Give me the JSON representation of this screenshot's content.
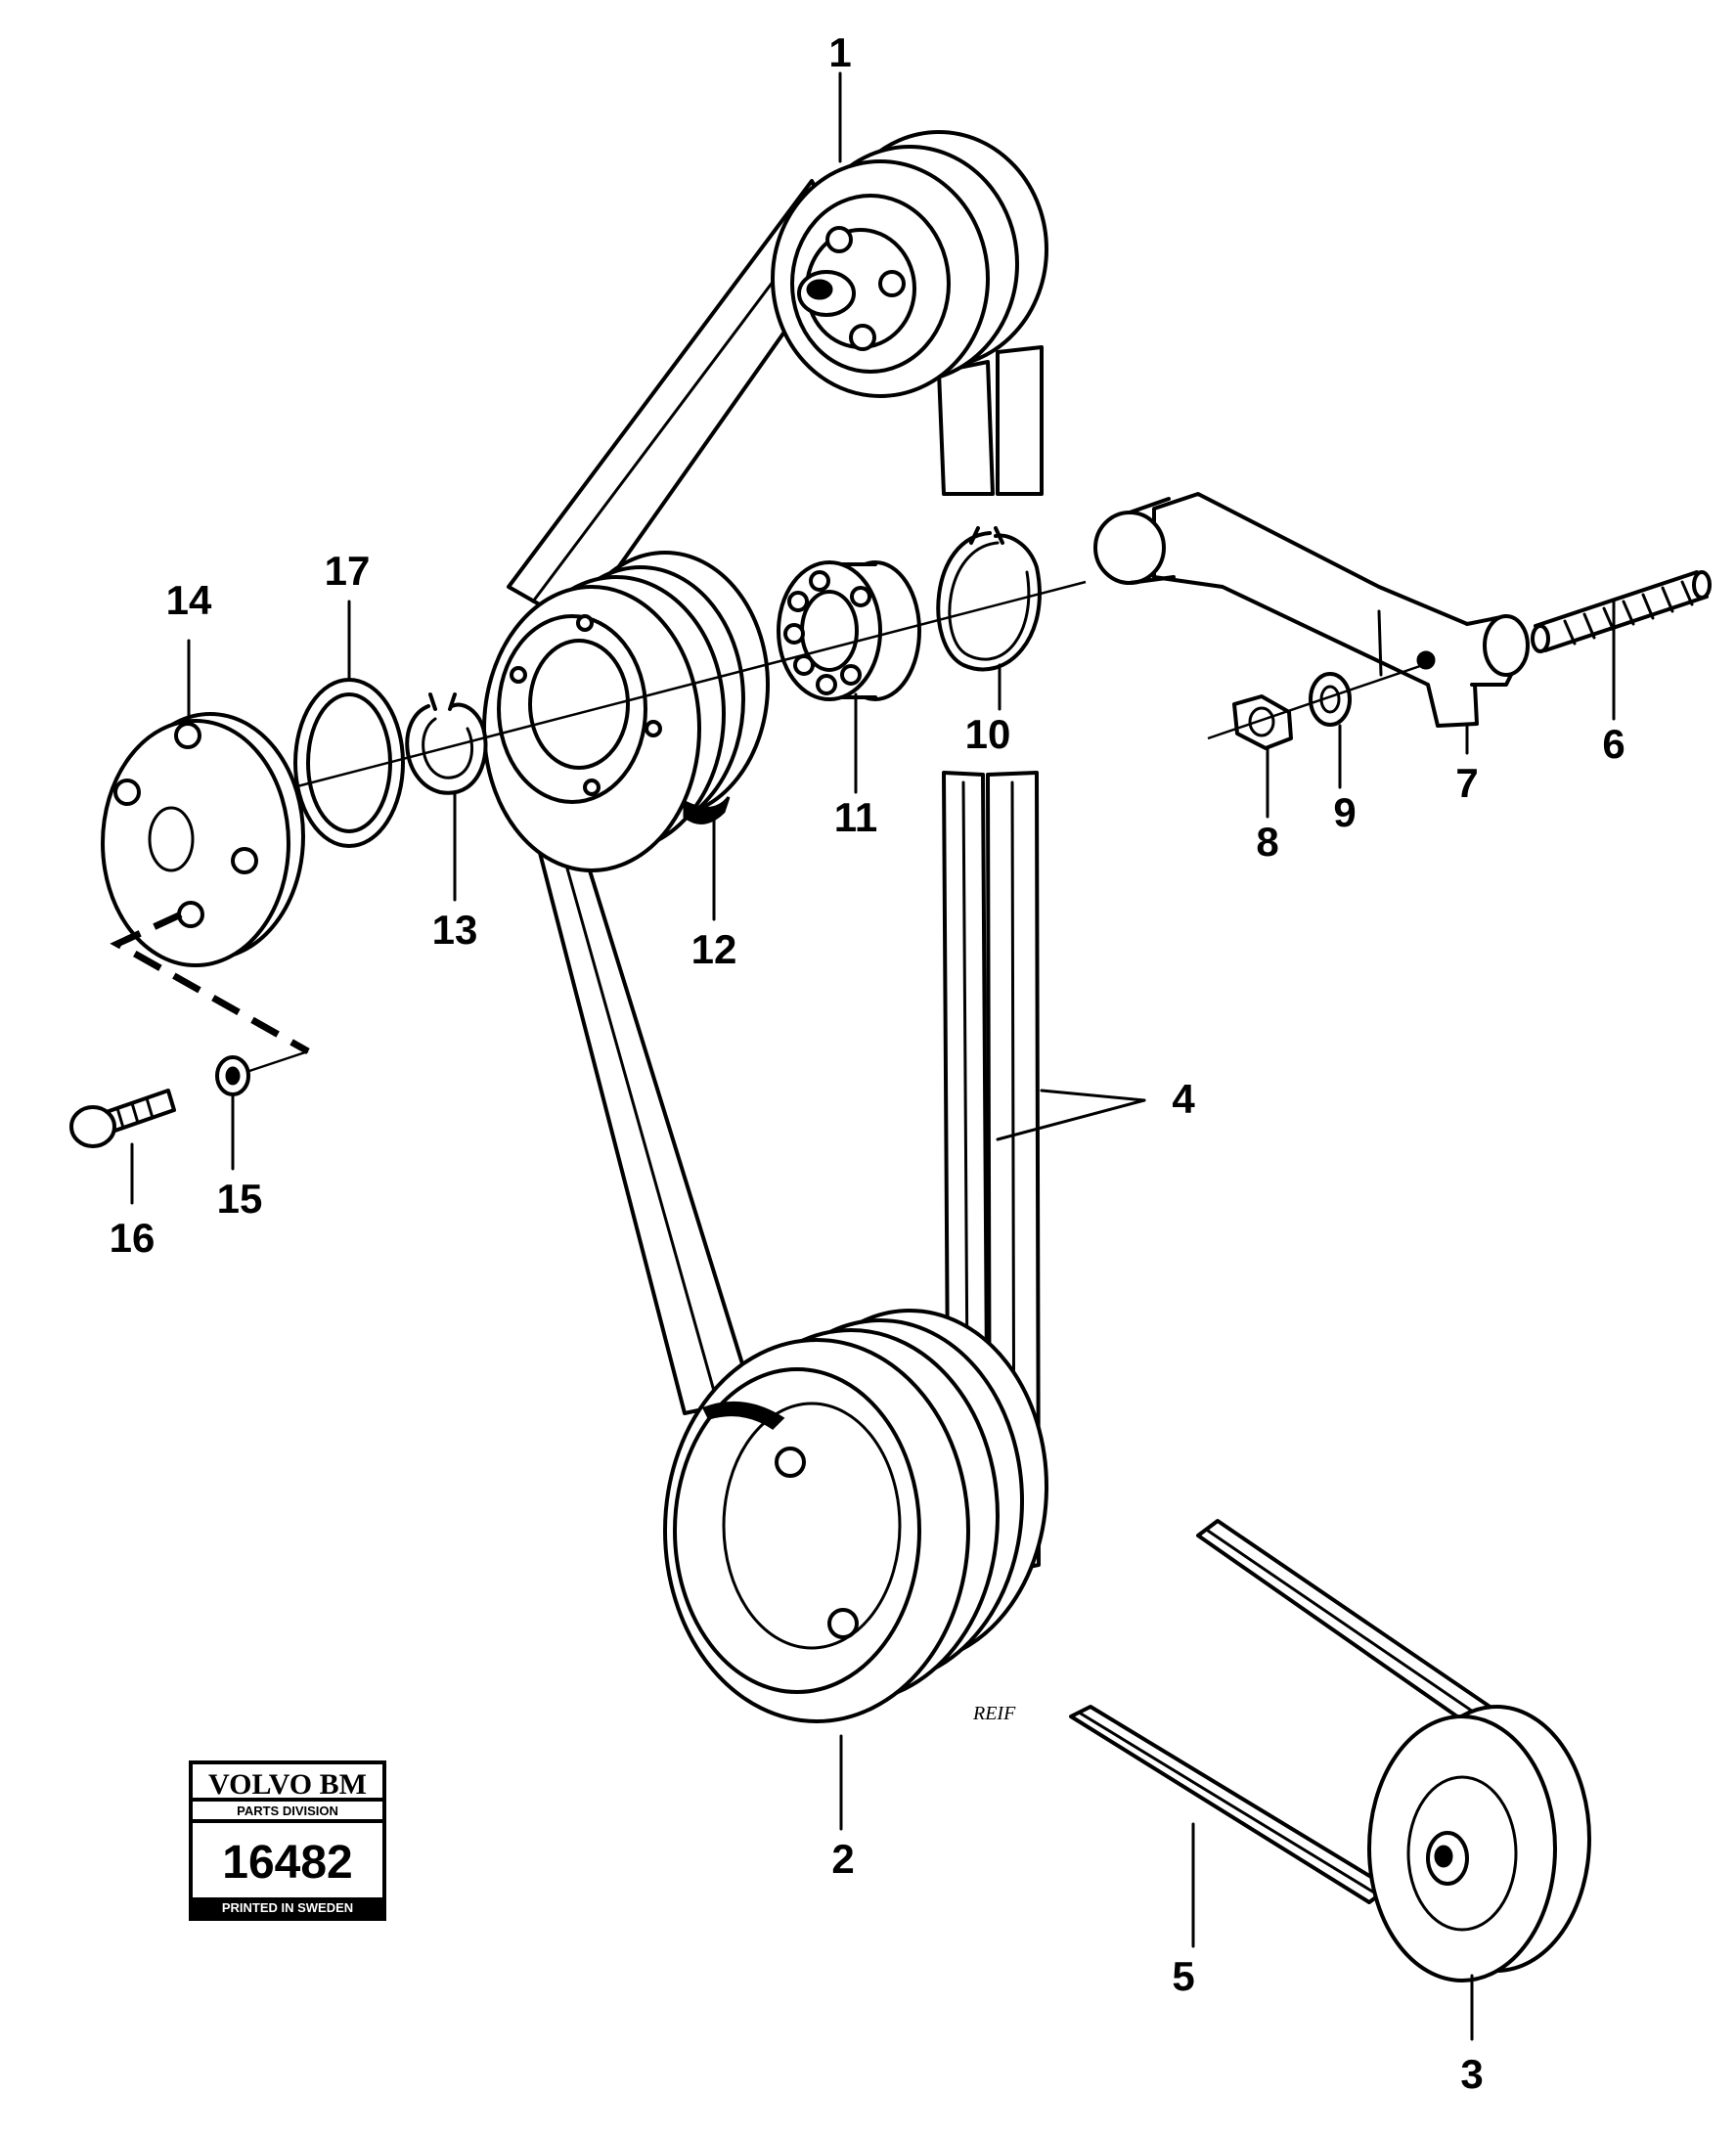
{
  "callouts": [
    {
      "id": "1",
      "label": "1"
    },
    {
      "id": "2",
      "label": "2"
    },
    {
      "id": "3",
      "label": "3"
    },
    {
      "id": "4",
      "label": "4"
    },
    {
      "id": "5",
      "label": "5"
    },
    {
      "id": "6",
      "label": "6"
    },
    {
      "id": "7",
      "label": "7"
    },
    {
      "id": "8",
      "label": "8"
    },
    {
      "id": "9",
      "label": "9"
    },
    {
      "id": "10",
      "label": "10"
    },
    {
      "id": "11",
      "label": "11"
    },
    {
      "id": "12",
      "label": "12"
    },
    {
      "id": "13",
      "label": "13"
    },
    {
      "id": "14",
      "label": "14"
    },
    {
      "id": "15",
      "label": "15"
    },
    {
      "id": "16",
      "label": "16"
    },
    {
      "id": "17",
      "label": "17"
    }
  ],
  "stamp": {
    "brand": "VOLVO BM",
    "division": "PARTS DIVISION",
    "number": "16482",
    "footer": "PRINTED IN SWEDEN"
  },
  "signature": "REIF"
}
